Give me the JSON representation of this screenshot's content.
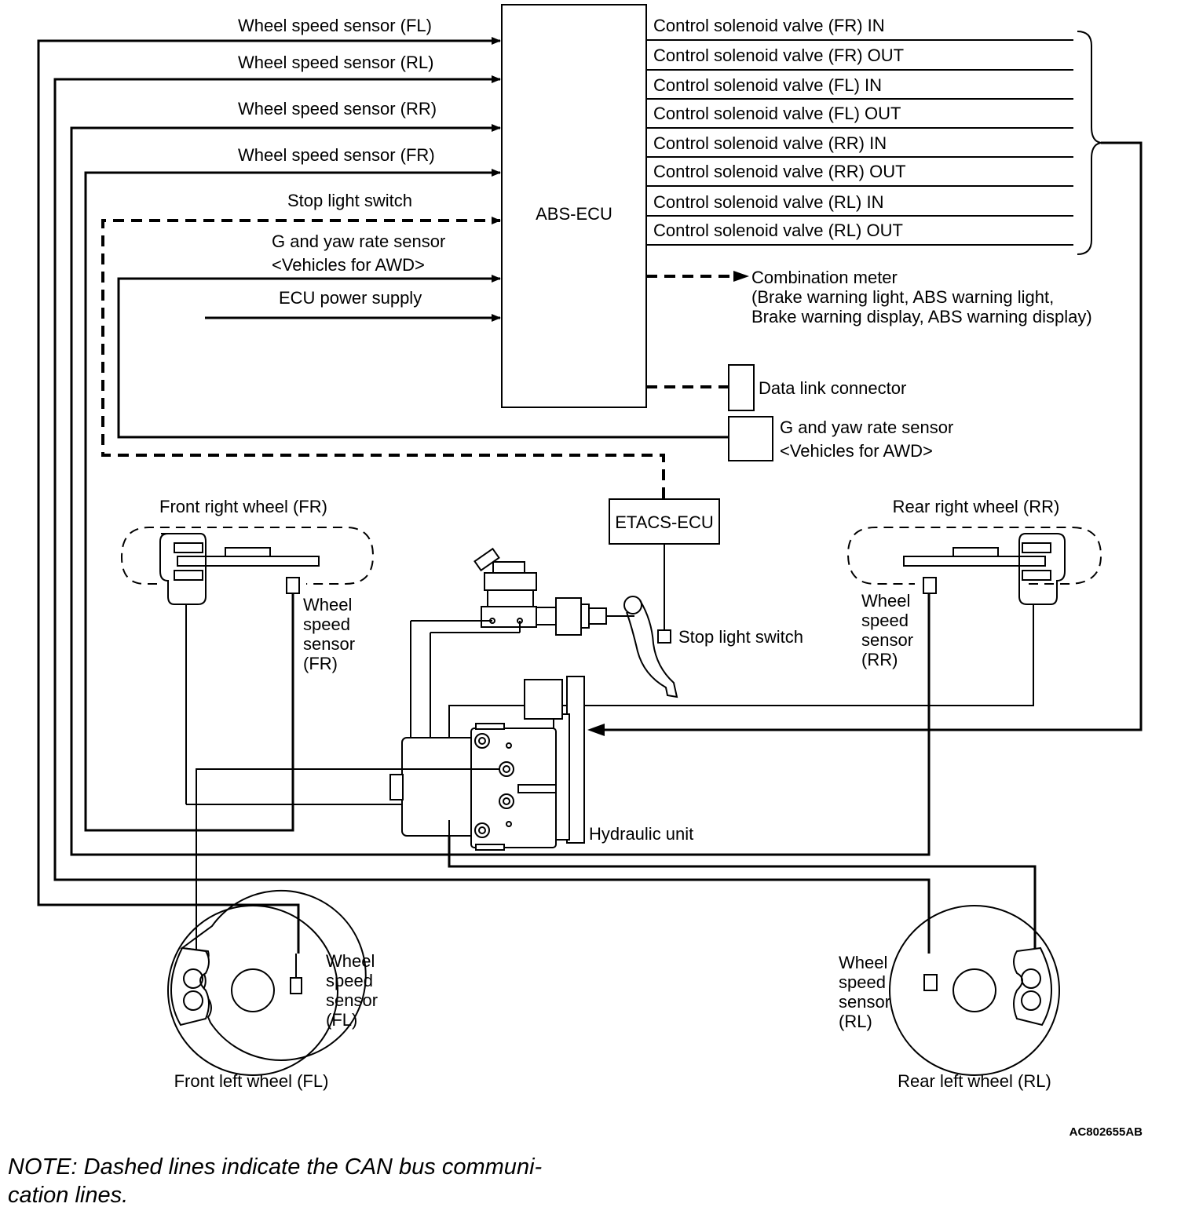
{
  "ecu": {
    "abs": "ABS-ECU",
    "etacs": "ETACS-ECU"
  },
  "inputs": {
    "wss_fl": "Wheel speed sensor (FL)",
    "wss_rl": "Wheel speed sensor (RL)",
    "wss_rr": "Wheel speed sensor (RR)",
    "wss_fr": "Wheel speed sensor (FR)",
    "stop_light": "Stop light switch",
    "g_yaw_line1": "G and yaw rate sensor",
    "g_yaw_line2": "<Vehicles for AWD>",
    "power": "ECU power supply"
  },
  "outputs": {
    "valves": [
      "Control solenoid valve (FR) IN",
      "Control solenoid valve (FR) OUT",
      "Control solenoid valve (FL) IN",
      "Control solenoid valve (FL) OUT",
      "Control solenoid valve (RR) IN",
      "Control solenoid valve (RR) OUT",
      "Control solenoid valve (RL) IN",
      "Control solenoid valve (RL) OUT"
    ],
    "combination_meter": [
      "Combination meter",
      "(Brake warning light, ABS warning light,",
      "Brake warning display, ABS warning display)"
    ]
  },
  "components": {
    "data_link": "Data link connector",
    "g_yaw_line1": "G and yaw rate sensor",
    "g_yaw_line2": "<Vehicles for AWD>",
    "stop_light": "Stop light switch",
    "hydraulic_unit": "Hydraulic unit"
  },
  "wheels": {
    "fr": {
      "title": "Front right wheel (FR)",
      "sensor": [
        "Wheel",
        "speed",
        "sensor",
        "(FR)"
      ]
    },
    "rr": {
      "title": "Rear right wheel (RR)",
      "sensor": [
        "Wheel",
        "speed",
        "sensor",
        "(RR)"
      ]
    },
    "fl": {
      "title": "Front left wheel (FL)",
      "sensor": [
        "Wheel",
        "speed",
        "sensor",
        "(FL)"
      ]
    },
    "rl": {
      "title": "Rear left wheel (RL)",
      "sensor": [
        "Wheel",
        "speed",
        "sensor",
        "(RL)"
      ]
    }
  },
  "ref_code": "AC802655AB",
  "note": {
    "line1": "NOTE: Dashed lines indicate the CAN bus communi-",
    "line2": "cation lines."
  }
}
